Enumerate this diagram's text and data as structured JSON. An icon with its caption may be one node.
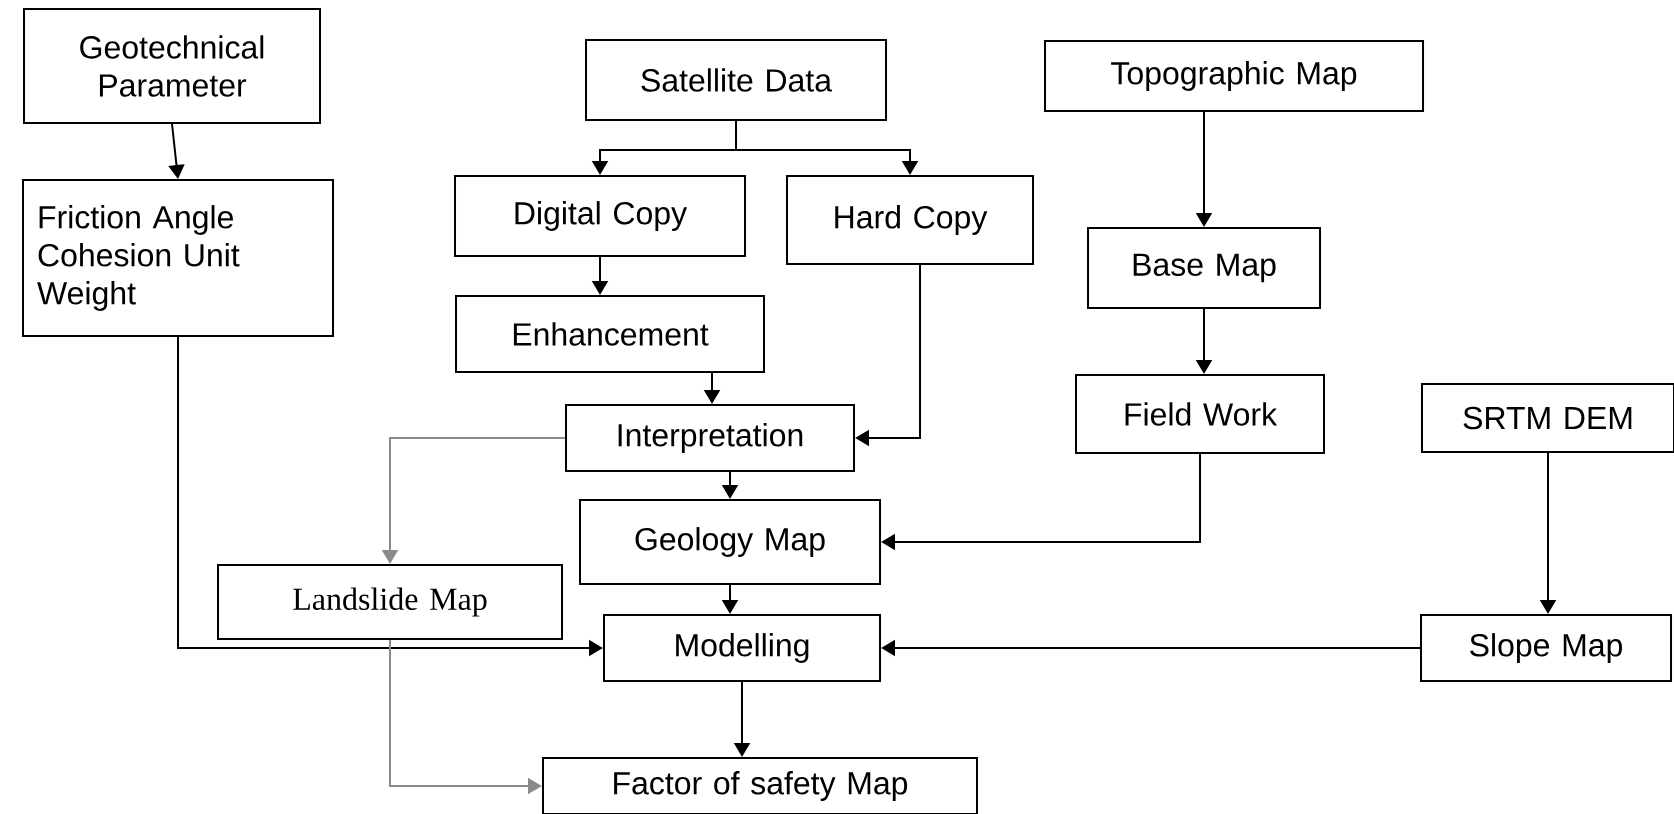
{
  "diagram": {
    "nodes": [
      {
        "text": [
          "Geotechnical Parameter"
        ]
      },
      {
        "text": [
          "Friction Angle Cohesion Unit Weight"
        ]
      },
      {
        "text": [
          "Satellite Data"
        ]
      },
      {
        "text": [
          "Digital Copy"
        ]
      },
      {
        "text": [
          "Hard Copy"
        ]
      },
      {
        "text": [
          "Enhancement"
        ]
      },
      {
        "text": [
          "Interpretation"
        ]
      },
      {
        "text": [
          "Topographic Map"
        ]
      },
      {
        "text": [
          "Base Map"
        ]
      },
      {
        "text": [
          "Field Work"
        ]
      },
      {
        "text": [
          "SRTM DEM"
        ]
      },
      {
        "text": [
          "Geology Map"
        ]
      },
      {
        "text": [
          "Landslide Map"
        ]
      },
      {
        "text": [
          "Modelling"
        ]
      },
      {
        "text": [
          "Slope Map"
        ]
      },
      {
        "text": [
          "Factor of safety Map"
        ]
      }
    ],
    "edges": [
      {
        "from": 0,
        "to": 1,
        "arrow": "to"
      },
      {
        "from": 2,
        "to": 3,
        "arrow": "to"
      },
      {
        "from": 2,
        "to": 4,
        "arrow": "to"
      },
      {
        "from": 3,
        "to": 5,
        "arrow": "to"
      },
      {
        "from": 5,
        "to": 6,
        "arrow": "to"
      },
      {
        "from": 4,
        "to": 6,
        "arrow": "to"
      },
      {
        "from": 6,
        "to": 12,
        "arrow": "to",
        "color": "#8a8a8a"
      },
      {
        "from": 6,
        "to": 11,
        "arrow": "to"
      },
      {
        "from": 7,
        "to": 8,
        "arrow": "to"
      },
      {
        "from": 8,
        "to": 9,
        "arrow": "to"
      },
      {
        "from": 9,
        "to": 11,
        "arrow": "to"
      },
      {
        "from": 10,
        "to": 14,
        "arrow": "to"
      },
      {
        "from": 11,
        "to": 13,
        "arrow": "to"
      },
      {
        "from": 1,
        "to": 13,
        "arrow": "to"
      },
      {
        "from": 14,
        "to": 13,
        "arrow": "to"
      },
      {
        "from": 13,
        "to": 15,
        "arrow": "to"
      },
      {
        "from": 12,
        "to": 15,
        "arrow": "to",
        "color": "#8a8a8a"
      }
    ]
  }
}
